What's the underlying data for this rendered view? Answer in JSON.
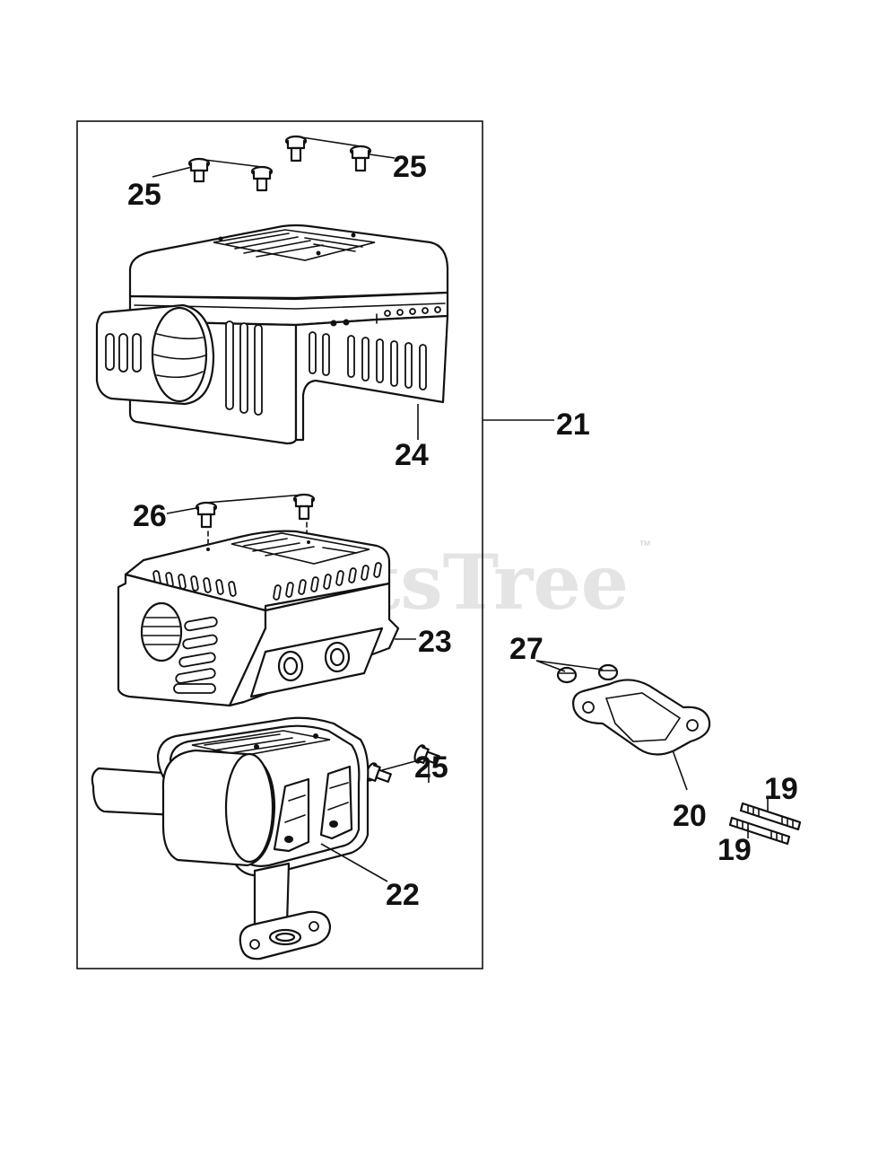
{
  "watermark": {
    "text": "PartsTree",
    "trademark": "™"
  },
  "callouts": [
    {
      "id": "c25a",
      "label": "25"
    },
    {
      "id": "c25b",
      "label": "25"
    },
    {
      "id": "c21",
      "label": "21"
    },
    {
      "id": "c24",
      "label": "24"
    },
    {
      "id": "c26",
      "label": "26"
    },
    {
      "id": "c23",
      "label": "23"
    },
    {
      "id": "c27",
      "label": "27"
    },
    {
      "id": "c25c",
      "label": "25"
    },
    {
      "id": "c20",
      "label": "20"
    },
    {
      "id": "c19a",
      "label": "19"
    },
    {
      "id": "c19b",
      "label": "19"
    },
    {
      "id": "c22",
      "label": "22"
    }
  ],
  "colors": {
    "line": "#111111",
    "watermark": "#e4e4e4",
    "background": "#ffffff"
  }
}
